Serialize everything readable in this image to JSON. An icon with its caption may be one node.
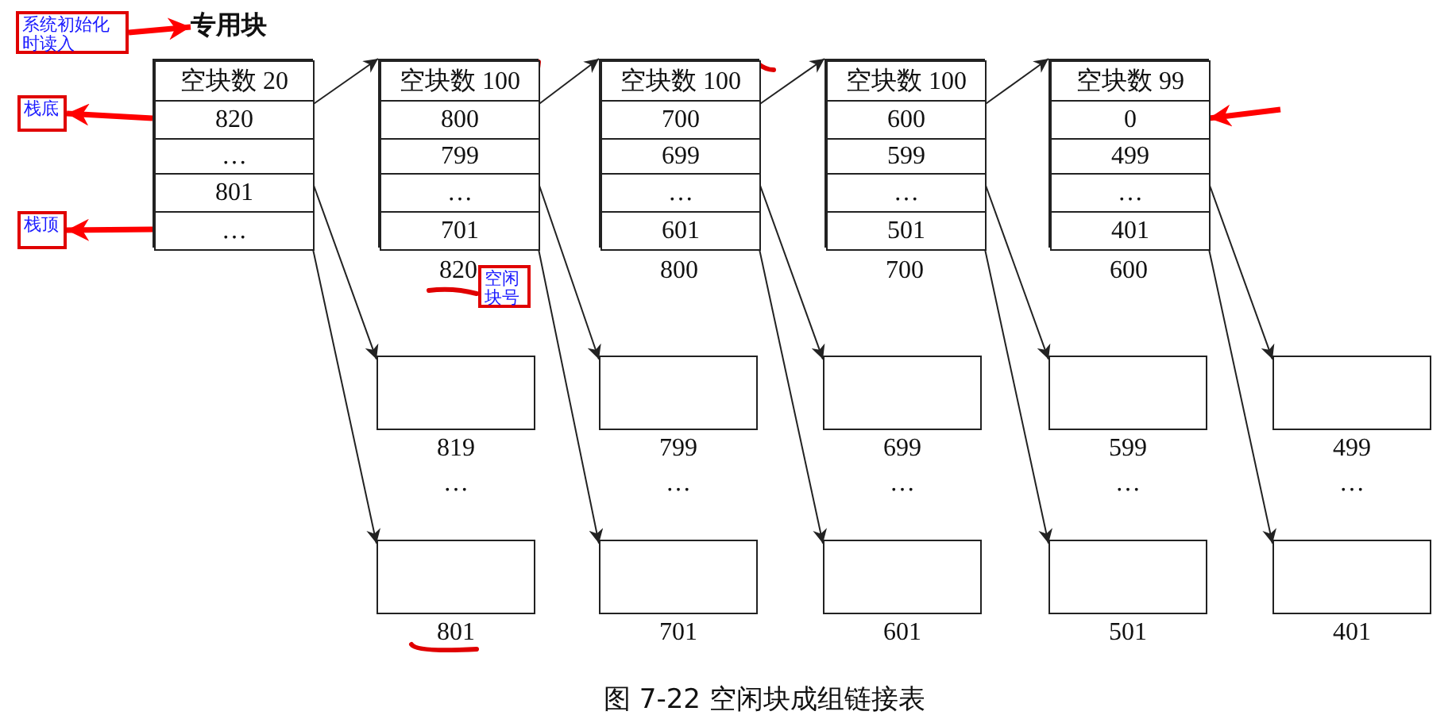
{
  "diagram": {
    "caption": "图 7-22 空闲块成组链接表",
    "nodes": [
      {
        "text": [
          "系统初始化时读入"
        ]
      },
      {
        "text": [
          "专用块"
        ]
      },
      {
        "text": [
          "栈底"
        ]
      },
      {
        "text": [
          "栈顶"
        ]
      },
      {
        "text": [],
        "shape": "box"
      },
      {
        "text": [
          "空块数 20"
        ],
        "in": 4
      },
      {
        "text": [
          "820"
        ],
        "in": 4
      },
      {
        "text": [
          "…"
        ],
        "in": 4
      },
      {
        "text": [
          "801"
        ],
        "in": 4
      },
      {
        "text": [
          "…"
        ],
        "in": 4
      },
      {
        "text": [],
        "shape": "box",
        "beside": [
          "820"
        ]
      },
      {
        "text": [
          "空块数 100"
        ],
        "in": 10
      },
      {
        "text": [
          "800"
        ],
        "in": 10
      },
      {
        "text": [
          "799"
        ],
        "in": 10
      },
      {
        "text": [
          "…"
        ],
        "in": 10
      },
      {
        "text": [
          "701"
        ],
        "in": 10
      },
      {
        "text": [
          "空闲块号"
        ]
      },
      {
        "text": [],
        "shape": "box",
        "beside": [
          "800"
        ]
      },
      {
        "text": [
          "空块数 100"
        ],
        "in": 17
      },
      {
        "text": [
          "700"
        ],
        "in": 17
      },
      {
        "text": [
          "699"
        ],
        "in": 17
      },
      {
        "text": [
          "…"
        ],
        "in": 17
      },
      {
        "text": [
          "601"
        ],
        "in": 17
      },
      {
        "text": [],
        "shape": "box",
        "beside": [
          "700"
        ]
      },
      {
        "text": [
          "空块数 100"
        ],
        "in": 23
      },
      {
        "text": [
          "600"
        ],
        "in": 23
      },
      {
        "text": [
          "599"
        ],
        "in": 23
      },
      {
        "text": [
          "…"
        ],
        "in": 23
      },
      {
        "text": [
          "501"
        ],
        "in": 23
      },
      {
        "text": [],
        "shape": "box",
        "beside": [
          "600"
        ]
      },
      {
        "text": [
          "空块数 99"
        ],
        "in": 29
      },
      {
        "text": [
          "0"
        ],
        "in": 29
      },
      {
        "text": [
          "499"
        ],
        "in": 29
      },
      {
        "text": [
          "…"
        ],
        "in": 29
      },
      {
        "text": [
          "401"
        ],
        "in": 29
      },
      {
        "text": [],
        "shape": "box",
        "beside": [
          "819"
        ]
      },
      {
        "text": [],
        "shape": "box",
        "beside": [
          "799"
        ]
      },
      {
        "text": [],
        "shape": "box",
        "beside": [
          "699"
        ]
      },
      {
        "text": [],
        "shape": "box",
        "beside": [
          "599"
        ]
      },
      {
        "text": [],
        "shape": "box",
        "beside": [
          "499"
        ]
      },
      {
        "text": [],
        "shape": "box",
        "beside": [
          "801"
        ]
      },
      {
        "text": [],
        "shape": "box",
        "beside": [
          "701"
        ]
      },
      {
        "text": [],
        "shape": "box",
        "beside": [
          "601"
        ]
      },
      {
        "text": [],
        "shape": "box",
        "beside": [
          "501"
        ]
      },
      {
        "text": [],
        "shape": "box",
        "beside": [
          "401"
        ]
      }
    ],
    "edges": [
      {
        "from": 0,
        "to": 1,
        "arrow": "to",
        "style": "thick",
        "color": "#ff0000"
      },
      {
        "from": 6,
        "to": 2,
        "arrow": "to",
        "style": "thick",
        "color": "#ff0000"
      },
      {
        "from": 9,
        "to": 3,
        "arrow": "to",
        "style": "thick",
        "color": "#ff0000"
      },
      {
        "from": null,
        "to": 31,
        "arrow": "to",
        "style": "thick",
        "color": "#ff0000"
      },
      {
        "from": 6,
        "to": 10,
        "arrow": "to"
      },
      {
        "from": 12,
        "to": 17,
        "arrow": "to"
      },
      {
        "from": 19,
        "to": 23,
        "arrow": "to"
      },
      {
        "from": 25,
        "to": 29,
        "arrow": "to"
      },
      {
        "from": 8,
        "to": 35,
        "arrow": "to"
      },
      {
        "from": 9,
        "to": 40,
        "arrow": "to"
      },
      {
        "from": 14,
        "to": 36,
        "arrow": "to"
      },
      {
        "from": 15,
        "to": 41,
        "arrow": "to"
      },
      {
        "from": 21,
        "to": 37,
        "arrow": "to"
      },
      {
        "from": 22,
        "to": 42,
        "arrow": "to"
      },
      {
        "from": 27,
        "to": 38,
        "arrow": "to"
      },
      {
        "from": 28,
        "to": 43,
        "arrow": "to"
      },
      {
        "from": 33,
        "to": 39,
        "arrow": "to"
      },
      {
        "from": 34,
        "to": 44,
        "arrow": "to"
      }
    ],
    "labels": [
      "…",
      "…",
      "…",
      "…",
      "…"
    ]
  }
}
